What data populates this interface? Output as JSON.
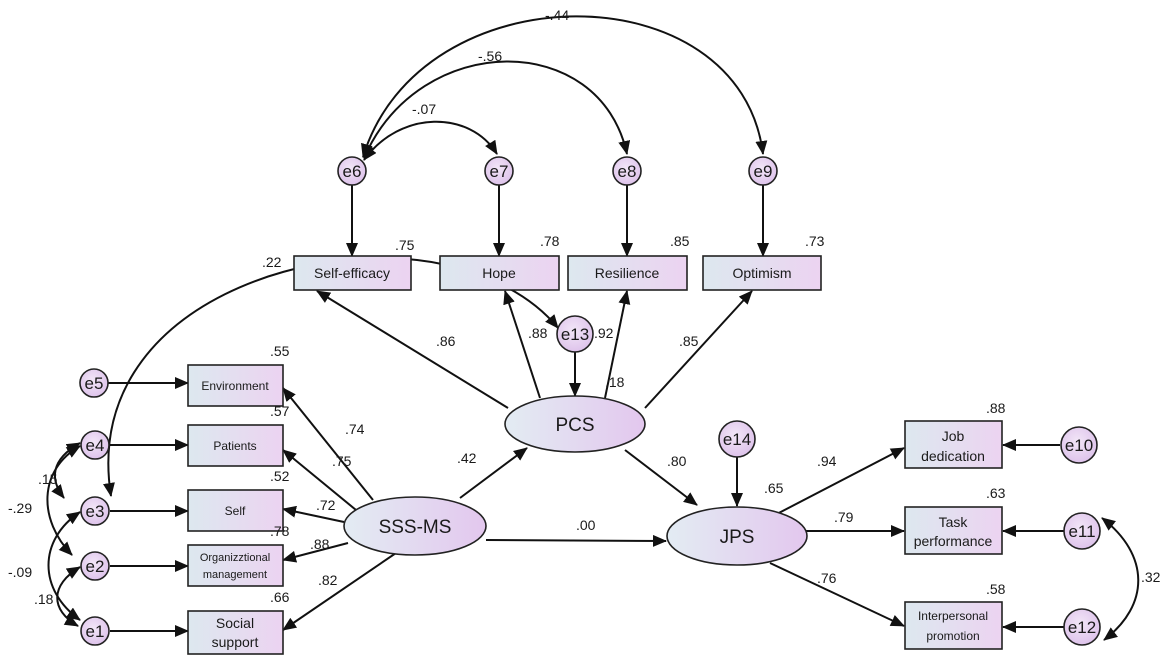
{
  "colors": {
    "box_fill_start": "#dde8ef",
    "box_fill_end": "#ecd3f1",
    "latent_fill_start": "#e3ecf3",
    "latent_fill_end": "#e5c9ee",
    "error_fill": "#e8d3f0",
    "stroke": "#222222"
  },
  "latents": {
    "pcs": "PCS",
    "sssms": "SSS-MS",
    "jps": "JPS"
  },
  "indicators": {
    "self_efficacy": "Self-efficacy",
    "hope": "Hope",
    "resilience": "Resilience",
    "optimism": "Optimism",
    "environment": "Environment",
    "patients": "Patients",
    "self": "Self",
    "org_line1": "Organizztional",
    "org_line2": "management",
    "social_line1": "Social",
    "social_line2": "support",
    "job_line1": "Job",
    "job_line2": "dedication",
    "task_line1": "Task",
    "task_line2": "performance",
    "inter_line1": "Interpersonal",
    "inter_line2": "promotion"
  },
  "errors": {
    "e1": "e1",
    "e2": "e2",
    "e3": "e3",
    "e4": "e4",
    "e5": "e5",
    "e6": "e6",
    "e7": "e7",
    "e8": "e8",
    "e9": "e9",
    "e10": "e10",
    "e11": "e11",
    "e12": "e12",
    "e13": "e13",
    "e14": "e14"
  },
  "r_squared": {
    "self_efficacy": ".75",
    "hope": ".78",
    "resilience": ".85",
    "optimism": ".73",
    "environment": ".55",
    "patients": ".57",
    "self": ".52",
    "org": ".78",
    "social": ".66",
    "pcs": ".18",
    "jps": ".65",
    "job": ".88",
    "task": ".63",
    "inter": ".58"
  },
  "loadings": {
    "pcs_self_efficacy": ".86",
    "pcs_hope": ".88",
    "pcs_resilience": ".92",
    "pcs_optimism": ".85",
    "sss_environment": ".74",
    "sss_patients": ".75",
    "sss_self": ".72",
    "sss_org": ".88",
    "sss_social": ".82",
    "jps_job": ".94",
    "jps_task": ".79",
    "jps_inter": ".76"
  },
  "structural": {
    "sss_pcs": ".42",
    "pcs_jps": ".80",
    "sss_jps": ".00"
  },
  "covariances": {
    "e6_e9": "-.44",
    "e6_e8": "-.56",
    "e6_e7": "-.07",
    "e3_e13": ".22",
    "e3_e4": ".15",
    "e2_e4": "-.29",
    "e1_e3": "-.09",
    "e1_e2": ".18",
    "e11_e12": ".32"
  }
}
